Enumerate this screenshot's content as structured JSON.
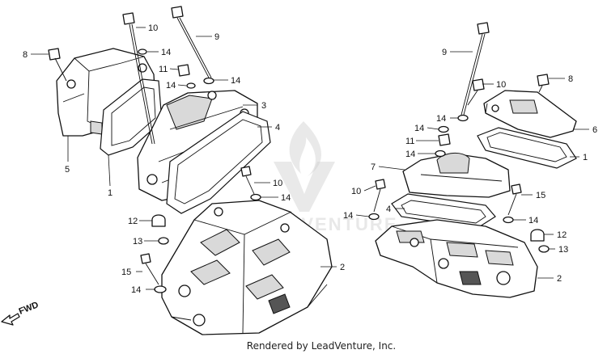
{
  "watermark": {
    "brand": "LEADVENTURE"
  },
  "credit": "Rendered by LeadVenture, Inc.",
  "direction_label": "FWD",
  "callouts": [
    {
      "id": "l-8a",
      "text": "8"
    },
    {
      "id": "l-10a",
      "text": "10"
    },
    {
      "id": "l-9a",
      "text": "9"
    },
    {
      "id": "l-14a",
      "text": "14"
    },
    {
      "id": "l-11a",
      "text": "11"
    },
    {
      "id": "l-14b",
      "text": "14"
    },
    {
      "id": "l-14c",
      "text": "14"
    },
    {
      "id": "l-3",
      "text": "3"
    },
    {
      "id": "l-4a",
      "text": "4"
    },
    {
      "id": "l-5",
      "text": "5"
    },
    {
      "id": "l-1a",
      "text": "1"
    },
    {
      "id": "l-10b",
      "text": "10"
    },
    {
      "id": "l-14d",
      "text": "14"
    },
    {
      "id": "l-12a",
      "text": "12"
    },
    {
      "id": "l-13a",
      "text": "13"
    },
    {
      "id": "l-2a",
      "text": "2"
    },
    {
      "id": "l-15a",
      "text": "15"
    },
    {
      "id": "l-14e",
      "text": "14"
    },
    {
      "id": "l-9b",
      "text": "9"
    },
    {
      "id": "l-10c",
      "text": "10"
    },
    {
      "id": "l-8b",
      "text": "8"
    },
    {
      "id": "l-14f",
      "text": "14"
    },
    {
      "id": "l-14g",
      "text": "14"
    },
    {
      "id": "l-6",
      "text": "6"
    },
    {
      "id": "l-11b",
      "text": "11"
    },
    {
      "id": "l-14h",
      "text": "14"
    },
    {
      "id": "l-1b",
      "text": "1"
    },
    {
      "id": "l-7",
      "text": "7"
    },
    {
      "id": "l-10d",
      "text": "10"
    },
    {
      "id": "l-15b",
      "text": "15"
    },
    {
      "id": "l-4b",
      "text": "4"
    },
    {
      "id": "l-14i",
      "text": "14"
    },
    {
      "id": "l-14j",
      "text": "14"
    },
    {
      "id": "l-12b",
      "text": "12"
    },
    {
      "id": "l-13b",
      "text": "13"
    },
    {
      "id": "l-2b",
      "text": "2"
    }
  ]
}
